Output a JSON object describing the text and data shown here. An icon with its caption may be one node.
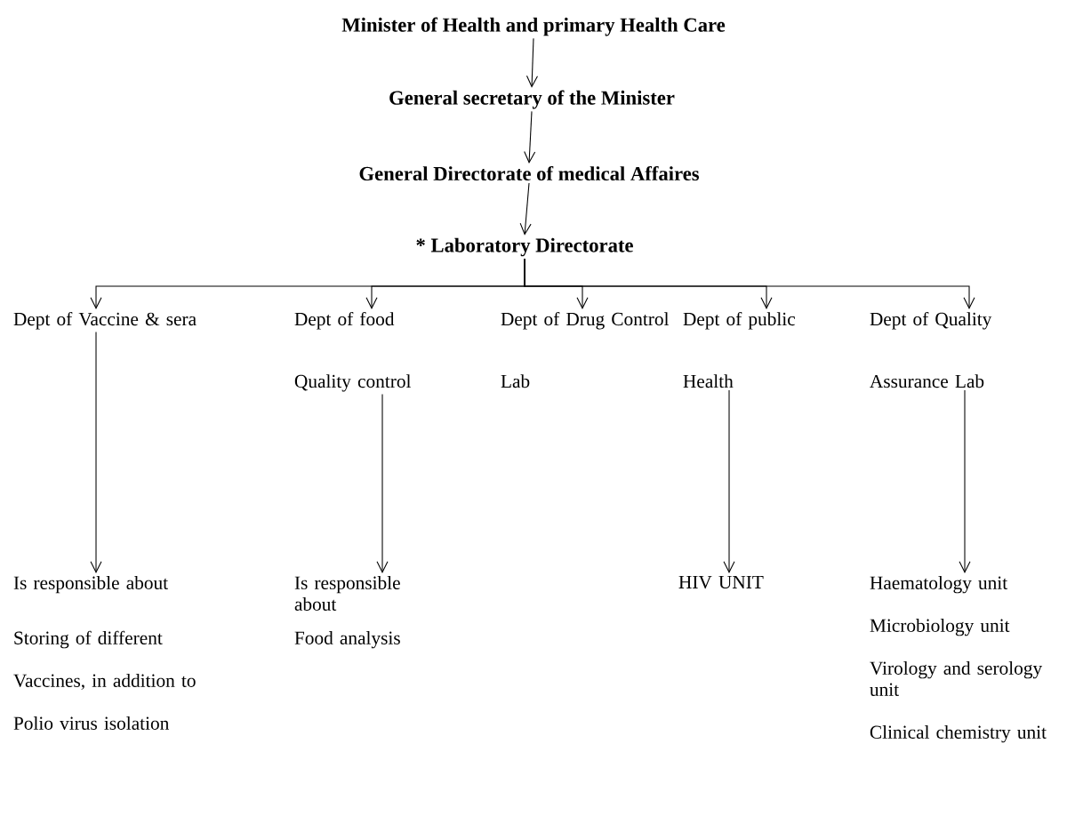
{
  "diagram": {
    "nodes": [
      {
        "text": [
          "Minister of Health and primary Health Care"
        ]
      },
      {
        "text": [
          "General secretary of the Minister"
        ]
      },
      {
        "text": [
          "General Directorate of medical Affaires"
        ]
      },
      {
        "text": [
          "* Laboratory Directorate"
        ]
      },
      {
        "text": [
          "Dept of Vaccine & sera"
        ]
      },
      {
        "text": [
          "Dept of food Quality control"
        ]
      },
      {
        "text": [
          "Dept of Drug Control Lab"
        ]
      },
      {
        "text": [
          "Dept of public Health"
        ]
      },
      {
        "text": [
          "Dept of Quality Assurance Lab"
        ]
      },
      {
        "text": [
          "Is responsible about",
          "Storing of different Vaccines, in addition to Polio virus isolation"
        ]
      },
      {
        "text": [
          "Is responsible about",
          "Food analysis"
        ]
      },
      {
        "text": [
          "HIV UNIT"
        ]
      },
      {
        "text": [
          "Haematology unit",
          "Microbiology unit",
          "Virology and serology unit",
          "Clinical chemistry unit"
        ]
      }
    ],
    "edges": [
      {
        "from": 0,
        "to": 1,
        "arrow": "to"
      },
      {
        "from": 1,
        "to": 2,
        "arrow": "to"
      },
      {
        "from": 2,
        "to": 3,
        "arrow": "to"
      },
      {
        "from": 3,
        "to": 4,
        "arrow": "to"
      },
      {
        "from": 3,
        "to": 5,
        "arrow": "to"
      },
      {
        "from": 3,
        "to": 6,
        "arrow": "to"
      },
      {
        "from": 3,
        "to": 7,
        "arrow": "to"
      },
      {
        "from": 3,
        "to": 8,
        "arrow": "to"
      },
      {
        "from": 4,
        "to": 9,
        "arrow": "to"
      },
      {
        "from": 5,
        "to": 10,
        "arrow": "to"
      },
      {
        "from": 7,
        "to": 11,
        "arrow": "to"
      },
      {
        "from": 8,
        "to": 12,
        "arrow": "to"
      }
    ]
  }
}
